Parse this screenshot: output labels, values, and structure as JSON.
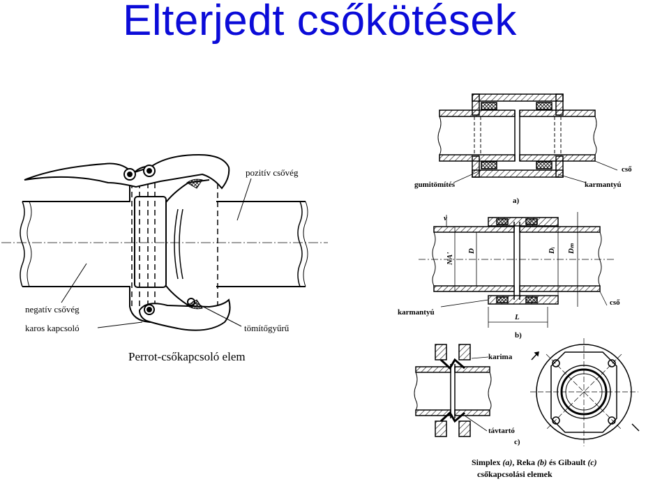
{
  "title": "Elterjedt csőkötések",
  "perrot": {
    "label_positive": "pozitív csővég",
    "label_negative": "negatív csővég",
    "label_lever": "karos kapcsoló",
    "label_seal": "tömítőgyűrű",
    "caption": "Perrot-csőkapcsoló elem"
  },
  "diagram_a": {
    "label_seal": "gumitömítés",
    "label_sleeve": "karmantyú",
    "label_pipe": "cső",
    "tag": "a)"
  },
  "diagram_b": {
    "label_sleeve": "karmantyú",
    "label_pipe": "cső",
    "dim_v": "v",
    "dim_na": "NA'",
    "dim_d": "D",
    "dim_di": "Dᵢ",
    "dim_dm": "Dₘ",
    "dim_l": "L",
    "tag": "b)"
  },
  "diagram_c": {
    "label_flange": "karima",
    "label_spacer": "távtartó",
    "tag": "c)"
  },
  "caption_right": {
    "line1_a": "Simplex ",
    "line1_b": "(a)",
    "line1_c": ", Reka ",
    "line1_d": "(b)",
    "line1_e": " és Gibault ",
    "line1_f": "(c)",
    "line2": "csőkapcsolási elemek"
  }
}
